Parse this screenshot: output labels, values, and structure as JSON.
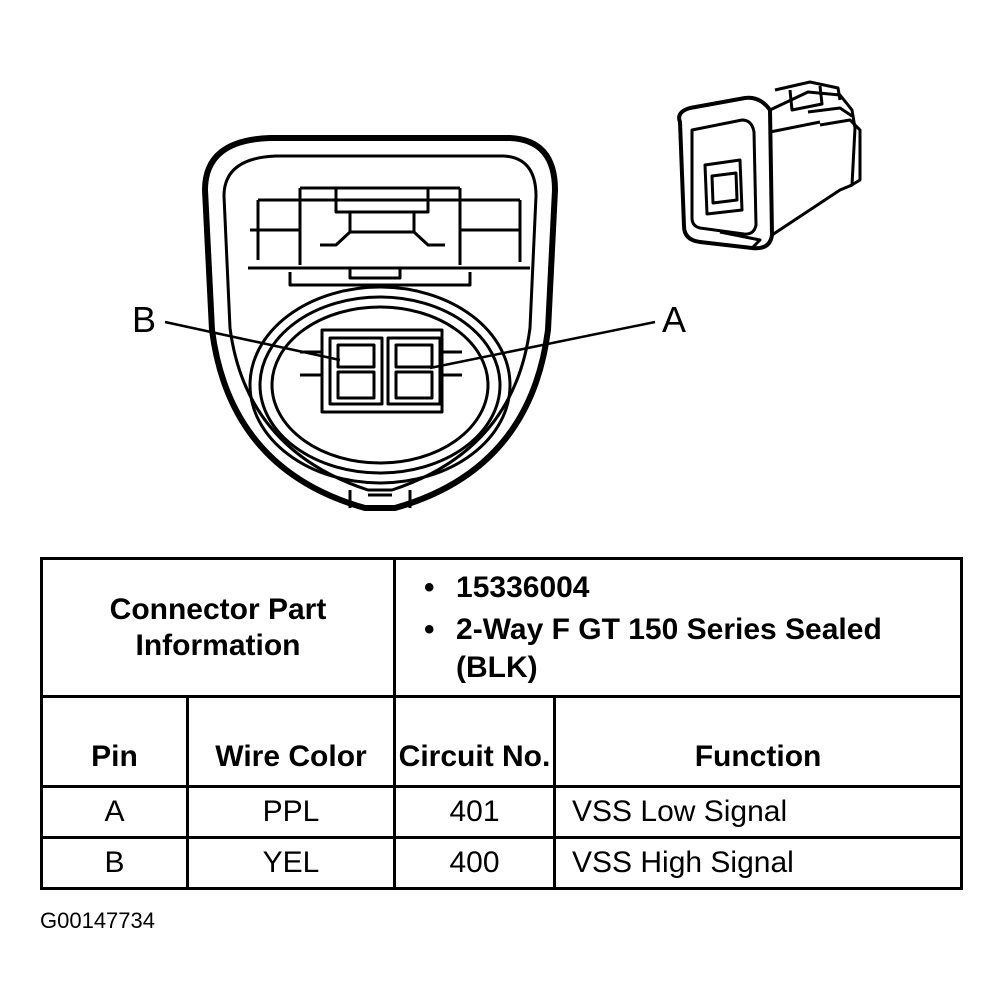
{
  "diagram": {
    "pin_labels": {
      "a": "A",
      "b": "B"
    }
  },
  "table": {
    "connector_info_label": "Connector Part Information",
    "connector_info_items": [
      "15336004",
      "2-Way F GT 150 Series Sealed (BLK)"
    ],
    "headers": [
      "Pin",
      "Wire Color",
      "Circuit No.",
      "Function"
    ],
    "rows": [
      {
        "pin": "A",
        "wire_color": "PPL",
        "circuit": "401",
        "function": "VSS Low Signal"
      },
      {
        "pin": "B",
        "wire_color": "YEL",
        "circuit": "400",
        "function": "VSS High Signal"
      }
    ]
  },
  "figure_id": "G00147734"
}
